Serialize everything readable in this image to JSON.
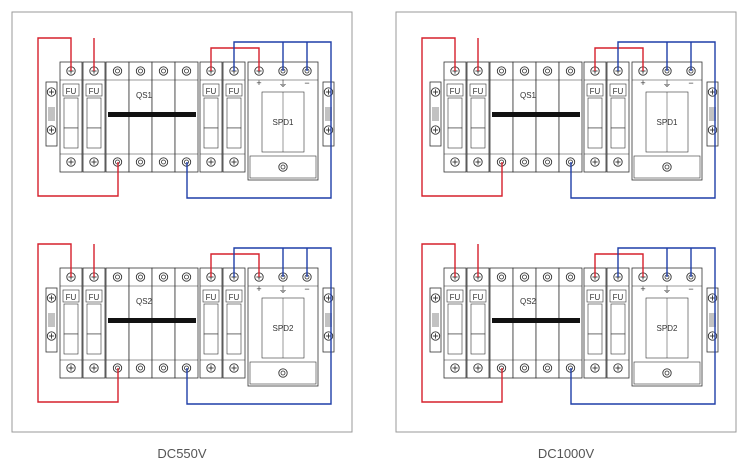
{
  "colors": {
    "positive_wire": "#d6202c",
    "negative_wire": "#1f3ea8",
    "outline": "#333333",
    "panel_border": "#9a9a9a",
    "bus_bar": "#111111"
  },
  "panels": [
    {
      "caption": "DC550V",
      "units": [
        {
          "fuse_label": "FU",
          "switch_label": "QS1",
          "spd_label": "SPD1"
        },
        {
          "fuse_label": "FU",
          "switch_label": "QS2",
          "spd_label": "SPD2"
        }
      ]
    },
    {
      "caption": "DC1000V",
      "units": [
        {
          "fuse_label": "FU",
          "switch_label": "QS1",
          "spd_label": "SPD1"
        },
        {
          "fuse_label": "FU",
          "switch_label": "QS2",
          "spd_label": "SPD2"
        }
      ]
    }
  ],
  "spd_terminals": {
    "plus": "+",
    "earth": "⏚",
    "minus": "−"
  }
}
